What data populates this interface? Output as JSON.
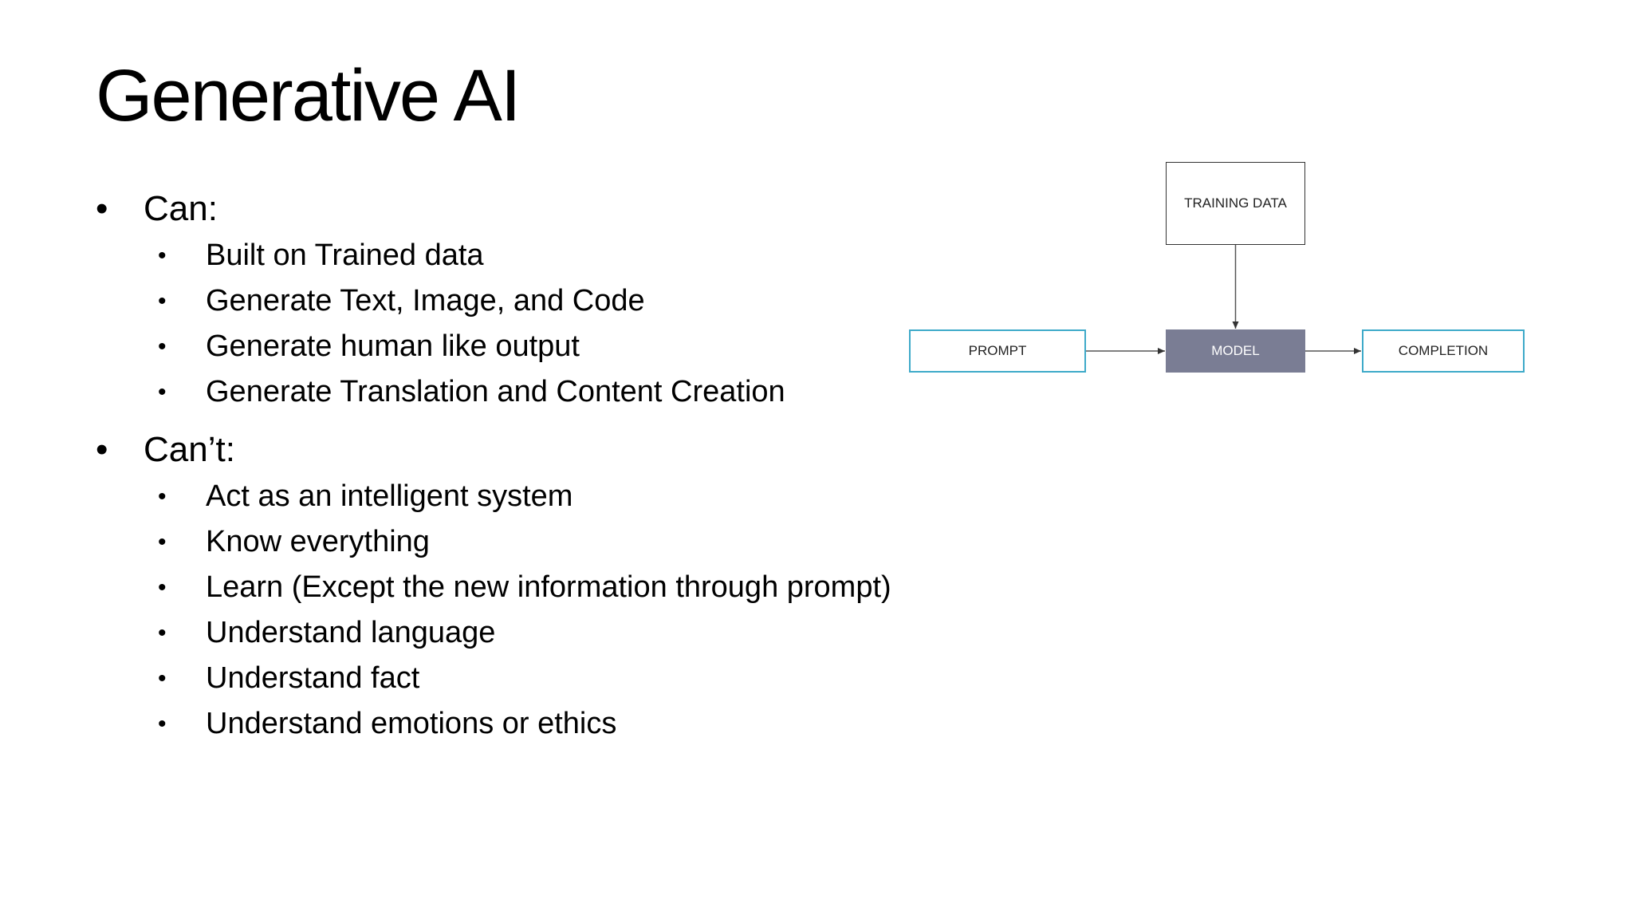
{
  "slide": {
    "title": "Generative AI",
    "sections": [
      {
        "heading": "Can:",
        "items": [
          "Built on Trained data",
          "Generate Text, Image, and Code",
          "Generate human like output",
          "Generate Translation and Content Creation"
        ]
      },
      {
        "heading": "Can’t:",
        "items": [
          "Act as an intelligent system",
          "Know everything",
          "Learn (Except the new information through prompt)",
          "Understand language",
          "Understand fact",
          "Understand emotions or ethics"
        ]
      }
    ],
    "bullet_glyph": "•"
  },
  "diagram": {
    "training_data": "TRAINING DATA",
    "prompt": "PROMPT",
    "model": "MODEL",
    "completion": "COMPLETION",
    "colors": {
      "input_border": "#3eaac9",
      "model_fill": "#7a7d94",
      "arrow": "#555555"
    }
  }
}
